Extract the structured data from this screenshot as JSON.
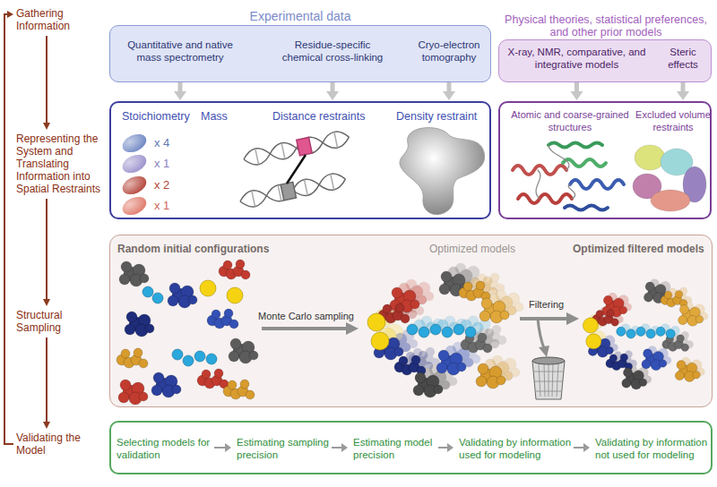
{
  "diagram": {
    "nodes": [
      {
        "text": [
          "Gathering Information"
        ]
      },
      {
        "text": [
          "Experimental data"
        ]
      },
      {
        "text": [
          "Quantitative and native mass spectrometry"
        ],
        "in": 1
      },
      {
        "text": [
          "Residue-specific chemical cross-linking"
        ],
        "in": 1
      },
      {
        "text": [
          "Cryo-electron tomography"
        ],
        "in": 1
      },
      {
        "text": [
          "Physical theories, statistical preferences, and other prior models"
        ]
      },
      {
        "text": [
          "X-ray, NMR, comparative, and integrative models"
        ],
        "in": 5
      },
      {
        "text": [
          "Steric effects"
        ],
        "in": 5
      },
      {
        "text": [
          "Representing the System and Translating Information into Spatial Restraints"
        ]
      },
      {
        "text": [
          "Stoichiometry",
          "Mass",
          "Distance restraints",
          "Density restraint"
        ]
      },
      {
        "text": [
          "Atomic and coarse-grained structures",
          "Excluded volume restraints"
        ]
      },
      {
        "text": [
          "Structural Sampling"
        ]
      },
      {
        "text": [
          "Random initial configurations",
          "Optimized models",
          "Optimized filtered models"
        ]
      },
      {
        "text": [
          "Validating the Model"
        ]
      },
      {
        "text": [
          "Selecting models for validation",
          "Estimating sampling precision",
          "Estimating model precision",
          "Validating by information used for modeling",
          "Validating by information not used for modeling"
        ]
      }
    ],
    "edges": [
      {
        "from": 0,
        "to": 8,
        "arrow": "to"
      },
      {
        "from": 8,
        "to": 11,
        "arrow": "to"
      },
      {
        "from": 11,
        "to": 13,
        "arrow": "to"
      },
      {
        "from": 13,
        "to": 0,
        "arrow": "to"
      },
      {
        "from": 2,
        "to": 9,
        "arrow": "to"
      },
      {
        "from": 3,
        "to": 9,
        "arrow": "to"
      },
      {
        "from": 4,
        "to": 9,
        "arrow": "to"
      },
      {
        "from": 6,
        "to": 10,
        "arrow": "to"
      },
      {
        "from": 7,
        "to": 10,
        "arrow": "to"
      }
    ],
    "labels": [
      "x 4",
      "x 1",
      "x 2",
      "x 1",
      "Monte Carlo sampling",
      "Filtering"
    ]
  }
}
